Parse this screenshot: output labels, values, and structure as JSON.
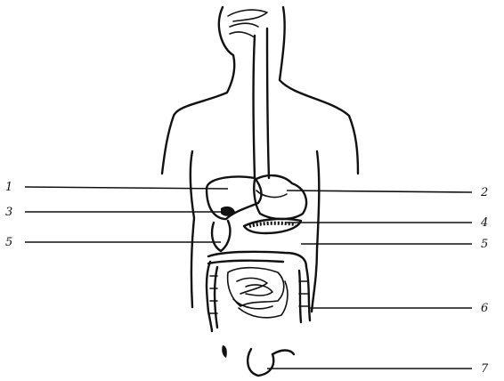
{
  "figure": {
    "labels": {
      "left": [
        "1",
        "3",
        "5"
      ],
      "right": [
        "2",
        "4",
        "5",
        "6",
        "7"
      ]
    }
  },
  "parts": [
    "head-outline",
    "esophagus",
    "torso-outline",
    "liver",
    "stomach",
    "gallbladder",
    "pancreas",
    "duodenum",
    "large-intestine",
    "small-intestine",
    "rectum",
    "anus"
  ]
}
